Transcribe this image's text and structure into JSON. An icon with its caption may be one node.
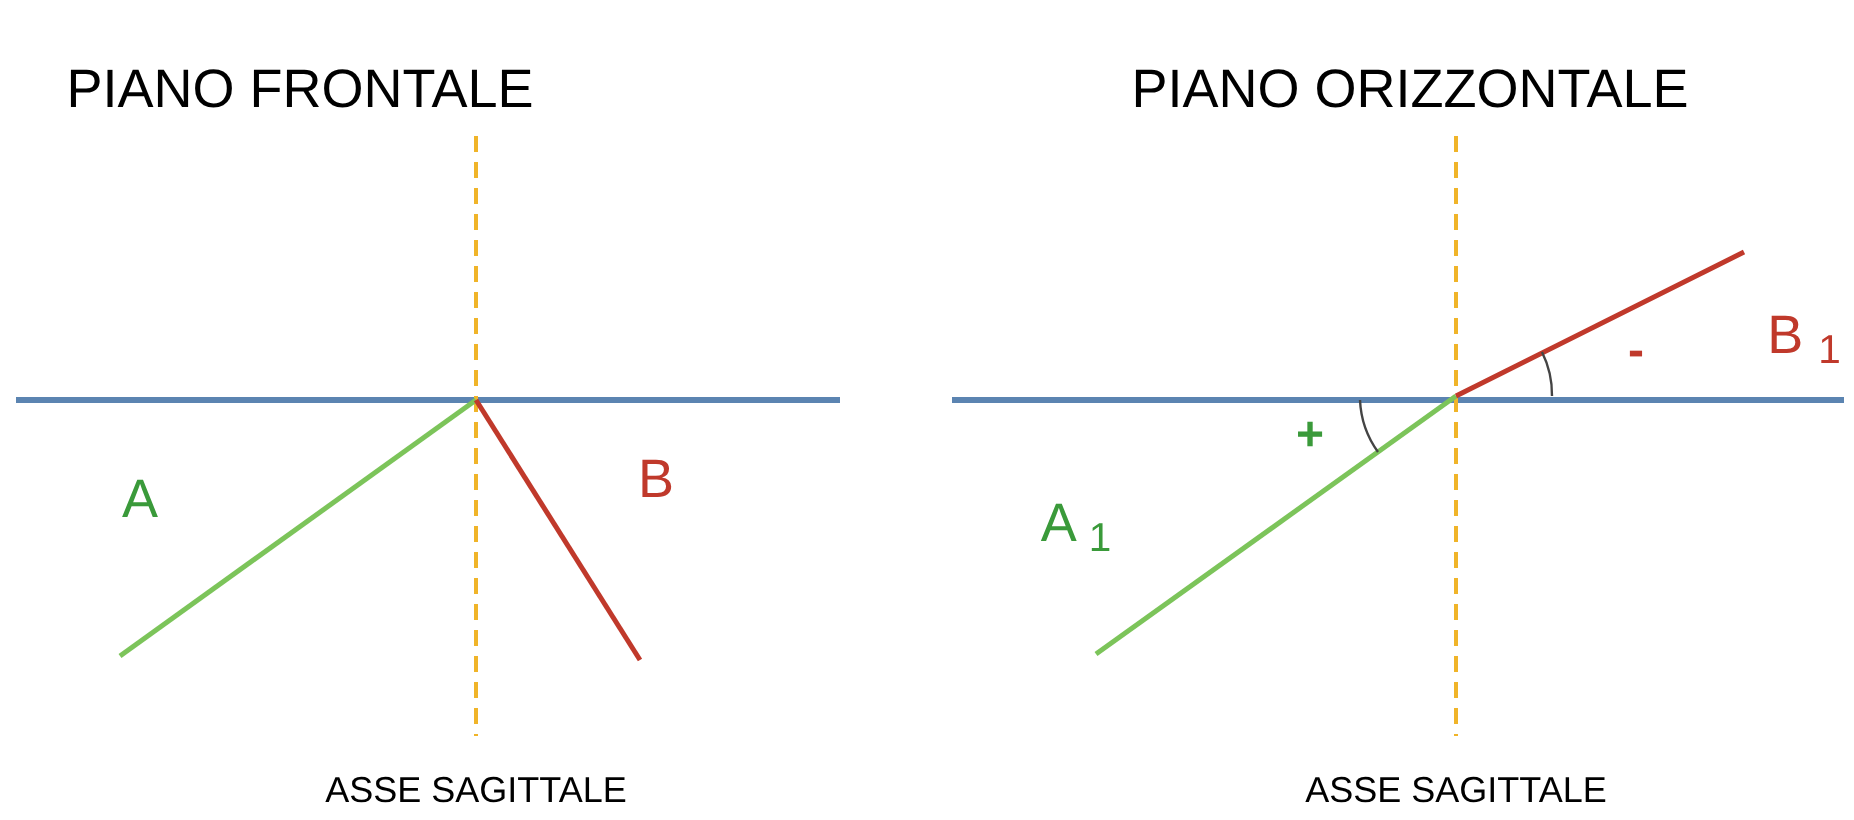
{
  "diagram": {
    "labels": [
      "PIANO FRONTALE",
      "PIANO ORIZZONTALE",
      "A",
      "B",
      "A $_{1}$",
      "+",
      "-",
      "B $_{1}$",
      "ASSE SAGITTALE",
      "ASSE SAGITTALE"
    ]
  }
}
